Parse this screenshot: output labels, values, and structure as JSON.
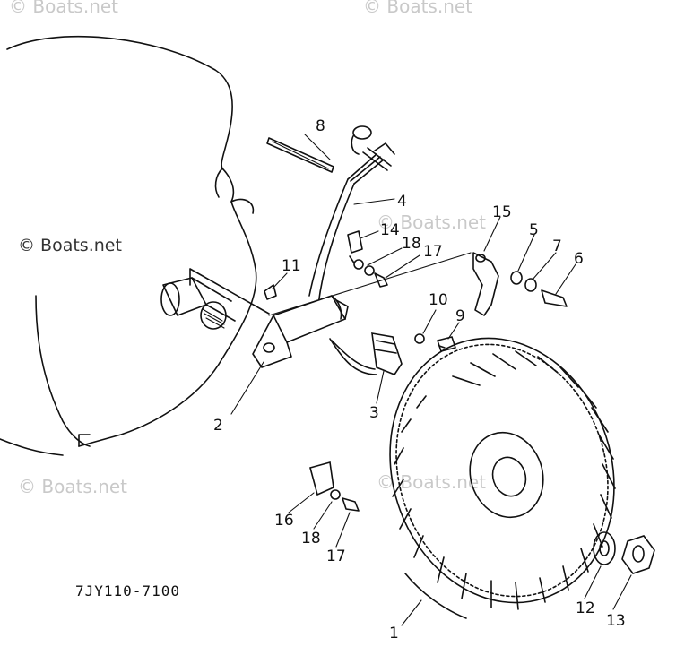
{
  "watermark": "© Boats.net",
  "diagram_code": "7JY110-7100",
  "callouts": {
    "c1": "1",
    "c2": "2",
    "c3": "3",
    "c4": "4",
    "c5": "5",
    "c6": "6",
    "c7": "7",
    "c8": "8",
    "c9": "9",
    "c10": "10",
    "c11": "11",
    "c12": "12",
    "c13": "13",
    "c14": "14",
    "c15": "15",
    "c16": "16",
    "c17a": "17",
    "c17b": "17",
    "c18a": "18",
    "c18b": "18"
  }
}
